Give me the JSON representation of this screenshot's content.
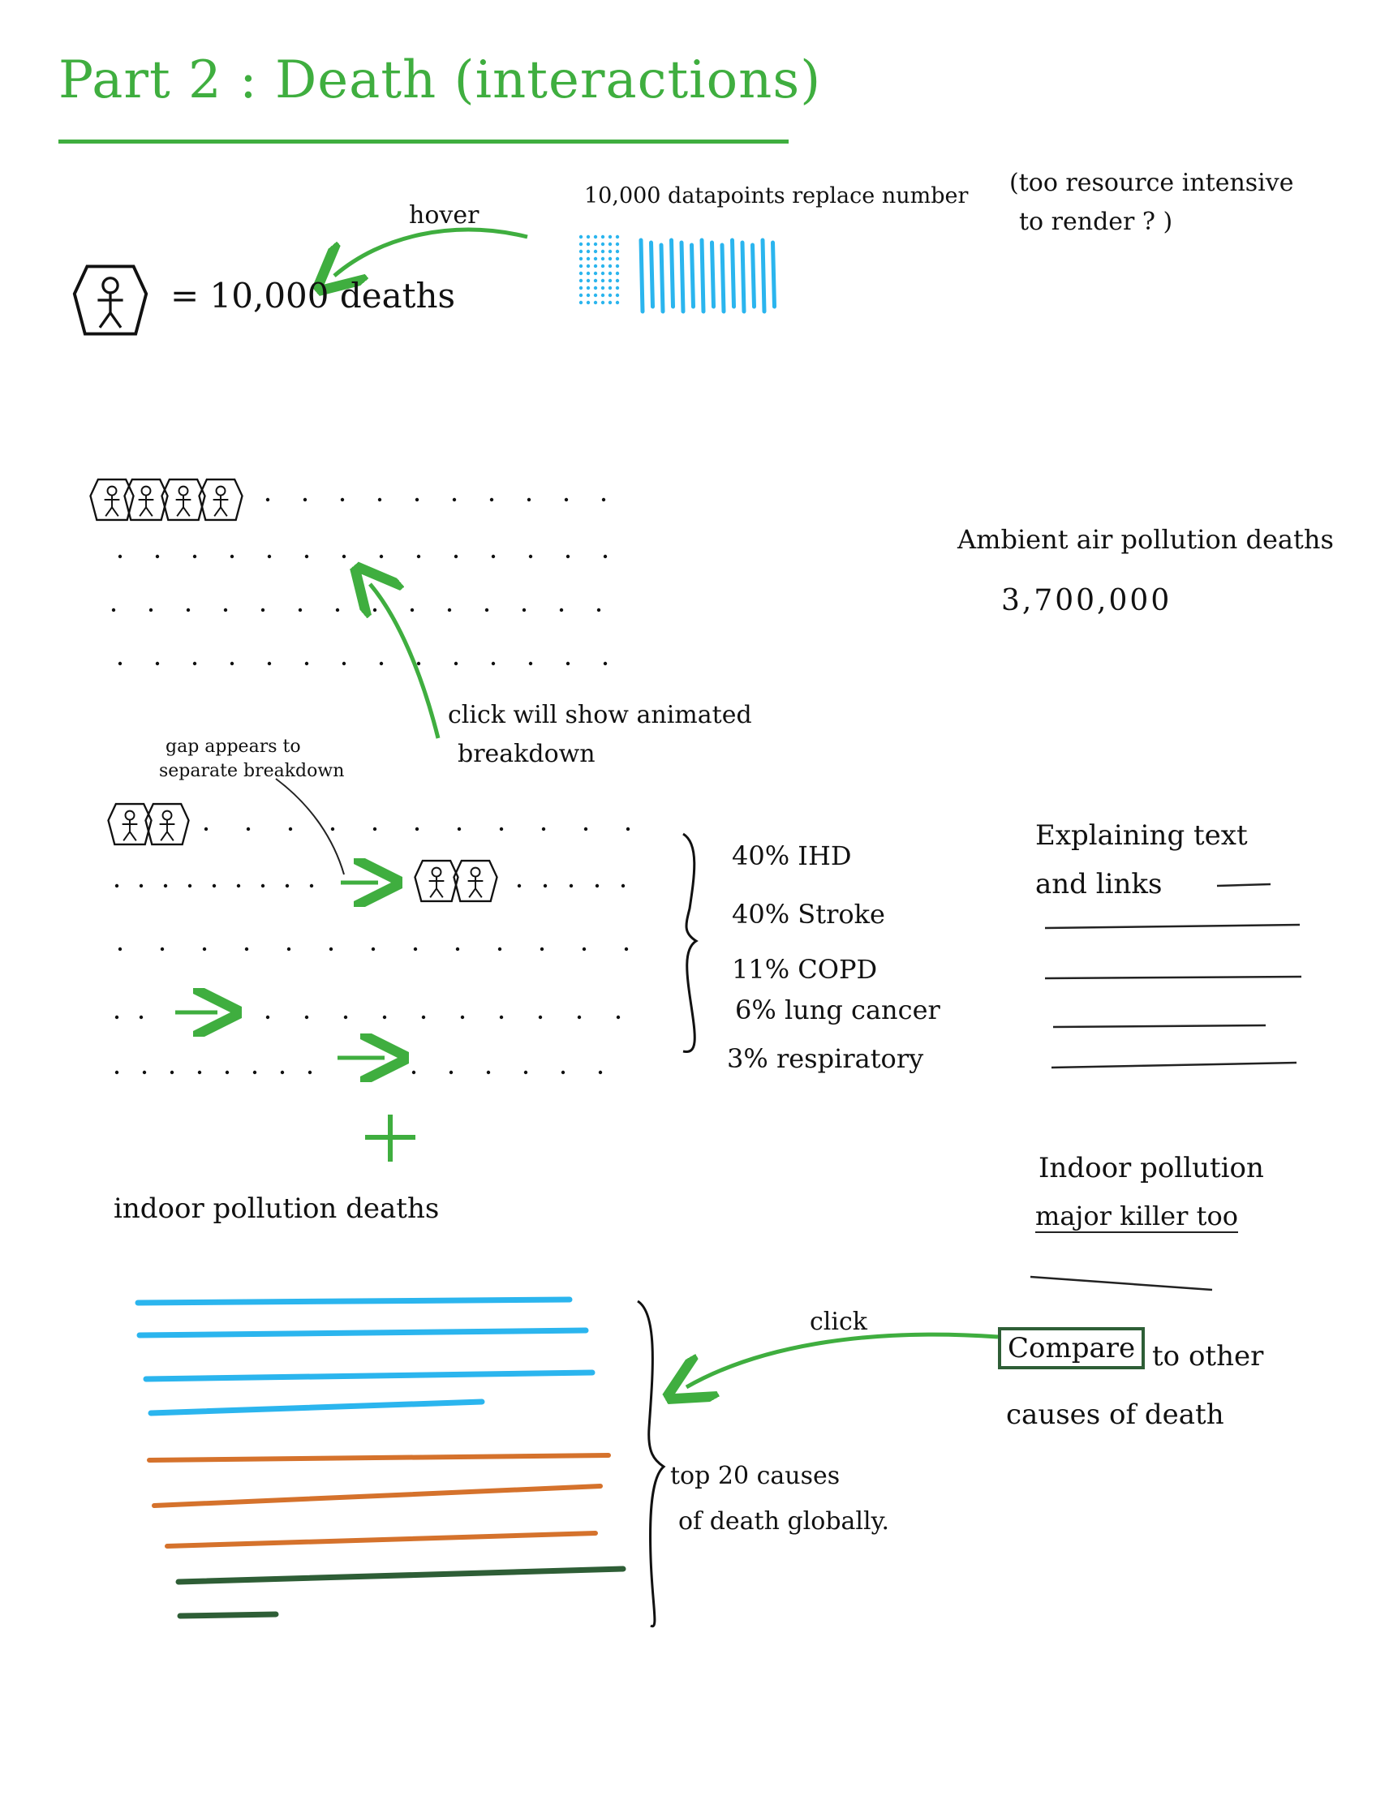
{
  "title": "Part 2 : Death (interactions)",
  "legend": {
    "equals_text": "= 10,000 deaths",
    "hover_label": "hover",
    "datapoints_note": "10,000 datapoints replace number",
    "resource_note_line1": "(too resource intensive",
    "resource_note_line2": "to render ? )"
  },
  "ambient": {
    "label": "Ambient air pollution deaths",
    "value": "3,700,000",
    "click_note_line1": "click will show animated",
    "click_note_line2": "breakdown"
  },
  "breakdown": {
    "gap_note_line1": "gap appears to",
    "gap_note_line2": "separate breakdown",
    "items": [
      {
        "text": "40% IHD"
      },
      {
        "text": "40% Stroke"
      },
      {
        "text": "11% COPD"
      },
      {
        "text": "6% lung cancer"
      },
      {
        "text": "3% respiratory"
      }
    ],
    "explainer_line1": "Explaining text",
    "explainer_line2": "and links"
  },
  "indoor": {
    "plus": "+",
    "label": "indoor pollution deaths",
    "note_line1": "Indoor pollution",
    "note_line2": "major killer too"
  },
  "compare": {
    "click_label": "click",
    "button": "Compare",
    "text_line1": "to other",
    "text_line2": "causes of death",
    "bars_note_line1": "top 20 causes",
    "bars_note_line2": "of death globally."
  },
  "colors": {
    "green": "#3fae3f",
    "blue": "#2bb5ee",
    "orange": "#d5722c",
    "darkgreen": "#2e5e36"
  },
  "icons": [
    "coffin-person-icon",
    "arrow-icon",
    "plus-icon"
  ]
}
